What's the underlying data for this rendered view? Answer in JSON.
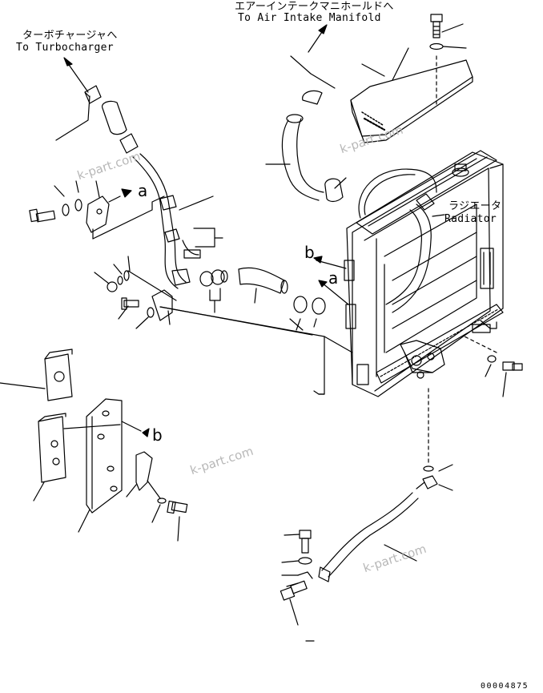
{
  "labels": {
    "turbo_jp": "ターボチャージャへ",
    "turbo_en": "To Turbocharger",
    "intake_jp": "エアーインテークマニホールドへ",
    "intake_en": "To Air Intake Manifold",
    "radiator_jp": "ラジエータ",
    "radiator_en": "Radiator"
  },
  "callouts": {
    "a1": "a",
    "b1": "b",
    "a2": "a",
    "b2": "b"
  },
  "watermark": "k-part.com",
  "drawing_code": "00004875"
}
